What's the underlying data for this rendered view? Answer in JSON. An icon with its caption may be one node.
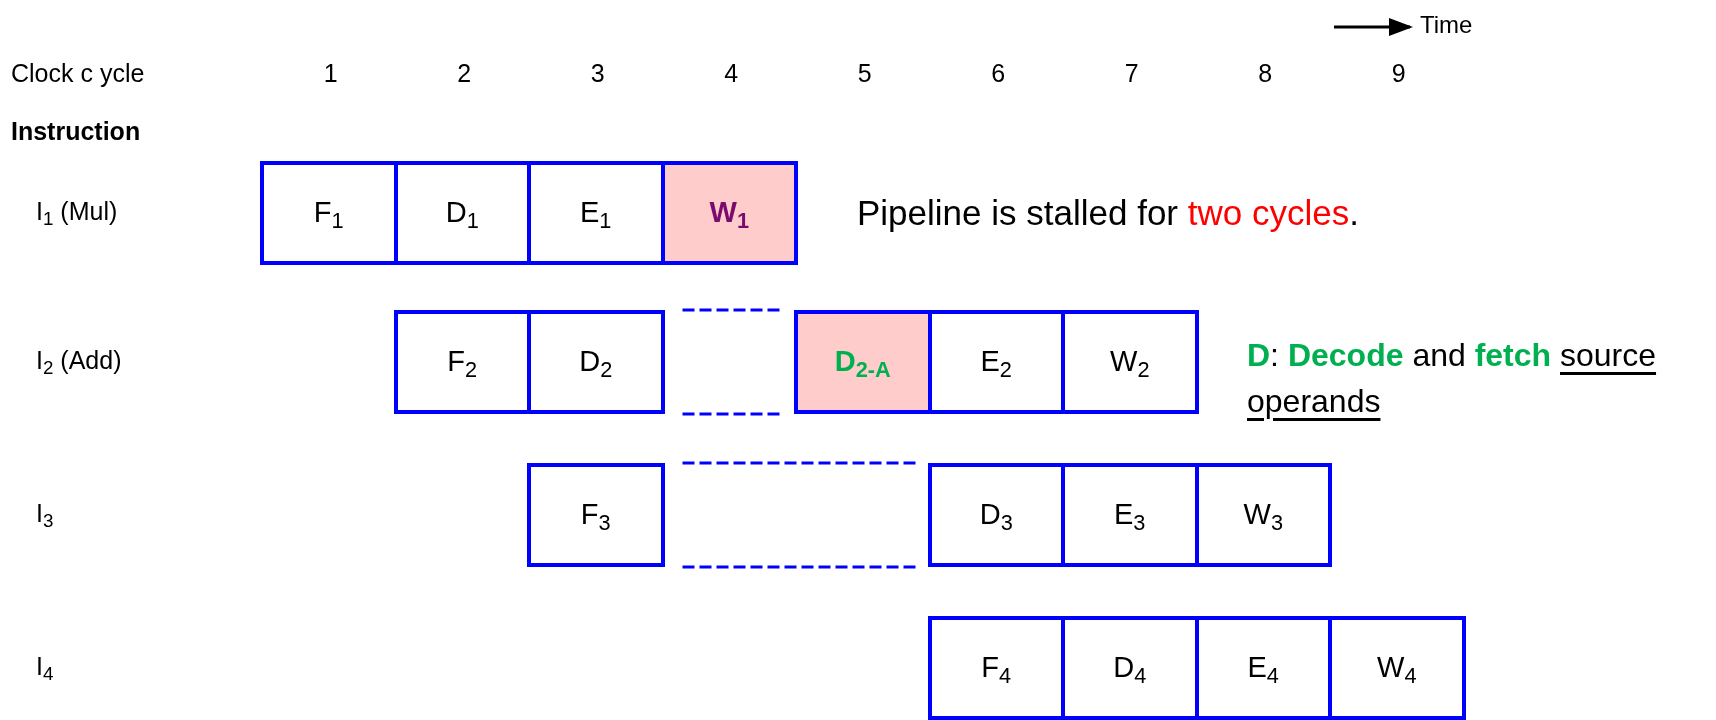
{
  "diagram": {
    "nodes": [
      {
        "text": [
          "F$_{1}$"
        ]
      },
      {
        "text": [
          "D$_{1}$"
        ]
      },
      {
        "text": [
          "E$_{1}$"
        ]
      },
      {
        "text": [
          "W$_{1}$"
        ]
      },
      {
        "text": [
          "F$_{2}$"
        ]
      },
      {
        "text": [
          "D$_{2}$"
        ]
      },
      {
        "text": [
          "D$_{2-A}$"
        ]
      },
      {
        "text": [
          "E$_{2}$"
        ]
      },
      {
        "text": [
          "W$_{2}$"
        ]
      },
      {
        "text": [
          "F$_{3}$"
        ]
      },
      {
        "text": [
          "D$_{3}$"
        ]
      },
      {
        "text": [
          "E$_{3}$"
        ]
      },
      {
        "text": [
          "W$_{3}$"
        ]
      },
      {
        "text": [
          "F$_{4}$"
        ]
      },
      {
        "text": [
          "D$_{4}$"
        ]
      },
      {
        "text": [
          "E$_{4}$"
        ]
      },
      {
        "text": [
          "W$_{4}$"
        ]
      }
    ],
    "labels": [
      "Time",
      "Clock c ycle",
      "1",
      "2",
      "3",
      "4",
      "5",
      "6",
      "7",
      "8",
      "9",
      "Instruction",
      "I$_{1}$ (Mul)",
      "Pipeline is stalled for **two cycles**.",
      "I$_{2}$ (Add)",
      "**D**: **Decode** and **fetch** *source operands*",
      "I$_{3}$",
      "I$_{4}$"
    ]
  }
}
